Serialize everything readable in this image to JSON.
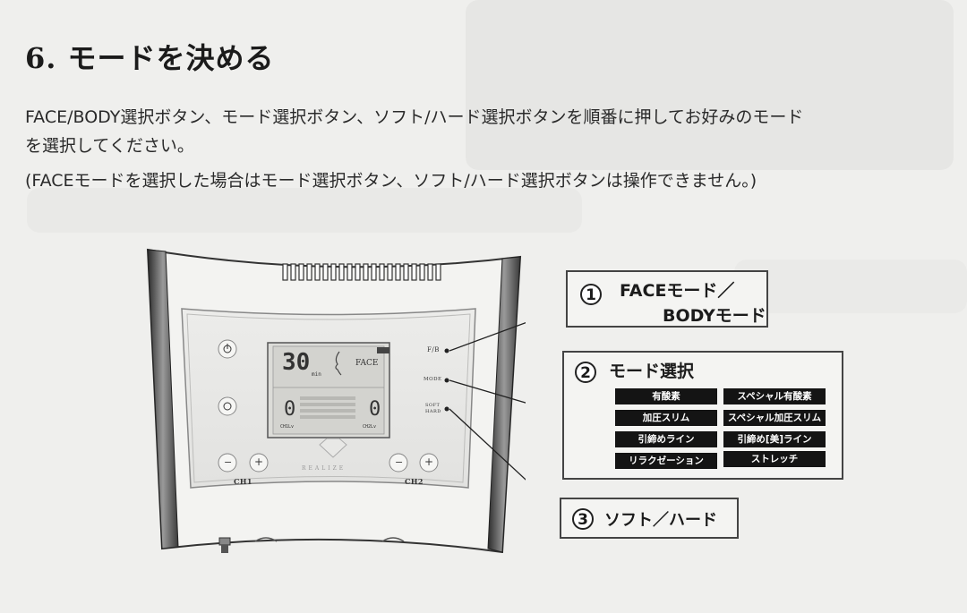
{
  "heading": {
    "number": "6.",
    "title": "モードを決める"
  },
  "instructions": {
    "line1": "FACE/BODY選択ボタン、モード選択ボタン、ソフト/ハード選択ボタンを順番に押してお好みのモード",
    "line2": "を選択してください。",
    "note": "(FACEモードを選択した場合はモード選択ボタン、ソフト/ハード選択ボタンは操作できません。)"
  },
  "device": {
    "lcd_timer": "30",
    "lcd_unit": "min",
    "lcd_mode": "FACE",
    "lcd_ch1_value": "0",
    "lcd_ch2_value": "0",
    "lcd_ch1_label": "CH1Lv",
    "lcd_ch2_label": "CH2Lv",
    "btn_fb": "F/B",
    "btn_mode": "MODE",
    "btn_soft": "SOFT",
    "btn_hard": "HARD",
    "minus": "−",
    "plus": "+",
    "ch1": "CH1",
    "ch2": "CH2",
    "brand": "REALIZE"
  },
  "callouts": {
    "face_body": {
      "number": "1",
      "line1": "FACEモード／",
      "line2": "BODYモード"
    },
    "mode_select": {
      "number": "2",
      "title": "モード選択",
      "modes": [
        "有酸素",
        "スペシャル有酸素",
        "加圧スリム",
        "スペシャル加圧スリム",
        "引締めライン",
        "引締め[美]ライン",
        "リラクゼーション",
        "ストレッチ"
      ]
    },
    "soft_hard": {
      "number": "3",
      "label": "ソフト／ハード"
    }
  },
  "colors": {
    "page": "#efefed",
    "ink": "#1b1b1b",
    "chip": "#141414"
  }
}
